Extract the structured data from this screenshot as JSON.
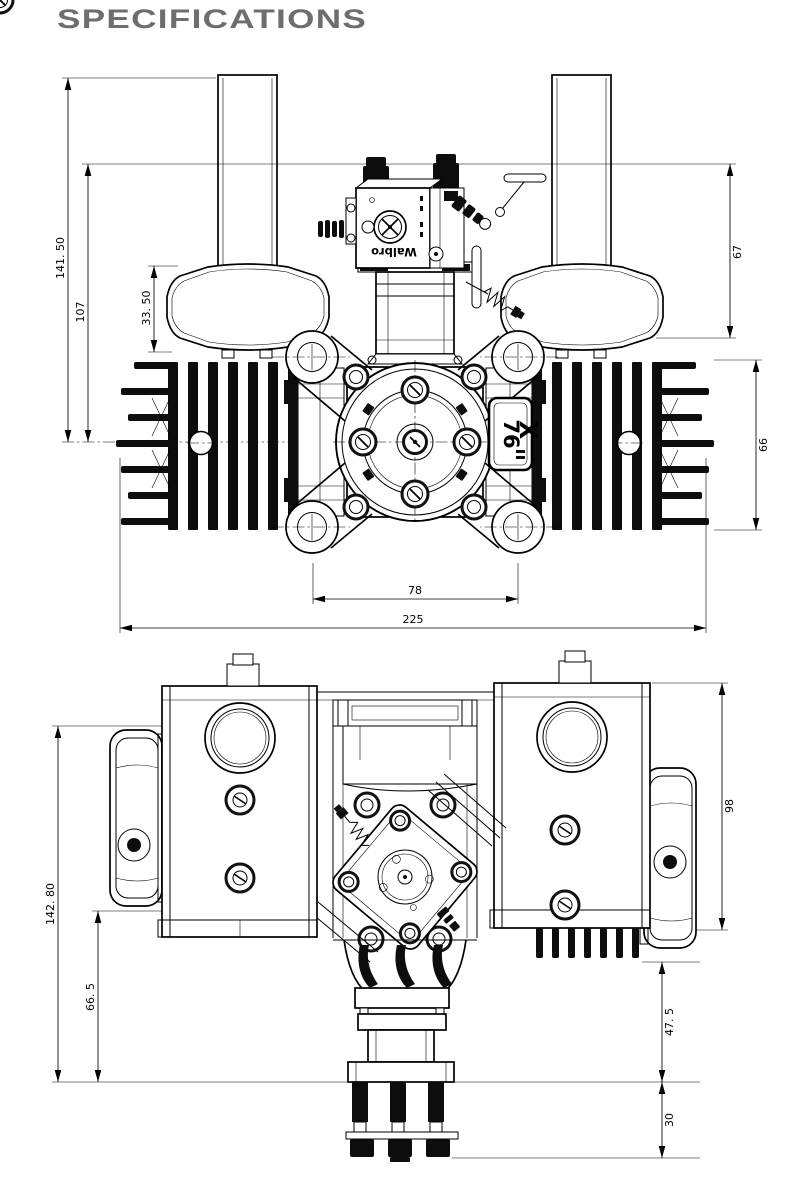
{
  "title": "SPECIFICATIONS",
  "drawing": {
    "brand": "Walbro",
    "badge": {
      "model": "76",
      "series": "X"
    },
    "front_view": {
      "dims": {
        "overall_height": "141. 50",
        "carb_to_crank": "107",
        "muffler_height": "33. 50",
        "carb_to_muffler_mount": "67",
        "cylinder_height": "66",
        "mount_hole_spacing": "78",
        "overall_width": "225"
      }
    },
    "top_view": {
      "dims": {
        "overall_depth": "142. 80",
        "mount_to_hub": "66. 5",
        "head_width": "98",
        "hub_length": "47. 5",
        "prop_bolt_length": "30"
      }
    }
  }
}
